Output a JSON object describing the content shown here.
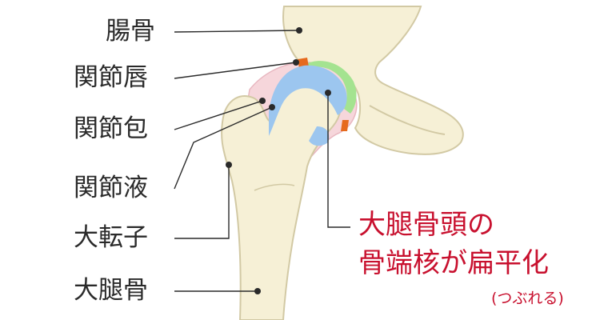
{
  "labels": {
    "ilium": "腸骨",
    "labrum": "関節唇",
    "capsule": "関節包",
    "fluid": "関節液",
    "trochanter": "大転子",
    "femur": "大腿骨"
  },
  "callout": {
    "line1": "大腿骨頭の",
    "line2": "骨端核が扁平化",
    "note": "(つぶれる)"
  },
  "colors": {
    "bone_fill": "#f6f0d6",
    "bone_outline": "#d2c9a4",
    "capsule": "#f6d6db",
    "fluid": "#9cc6ef",
    "labrum": "#a4e390",
    "labrum_tip": "#e66a1e",
    "leader": "#2a2a2a",
    "callout_text": "#c8102e"
  }
}
